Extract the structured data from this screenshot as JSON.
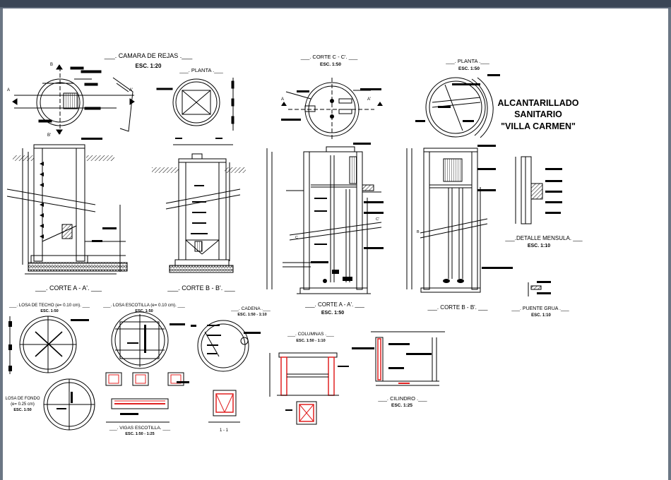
{
  "project_title": {
    "line1": "ALCANTARILLADO",
    "line2": "SANITARIO",
    "line3": "\"VILLA CARMEN\""
  },
  "camara_rejas": {
    "title": "___. CAMARA DE REJAS .___",
    "scale": "ESC. 1:20",
    "planta": "___. PLANTA .___",
    "corte_a": "___. CORTE A - A'. ___",
    "corte_b": "___. CORTE B - B'. ___",
    "marks": {
      "b_top": "B",
      "b_bottom": "B'",
      "a_left": "A",
      "a_right": "A'"
    }
  },
  "tanque": {
    "corte_c": "___. CORTE C - C'. ___",
    "corte_c_scale": "ESC. 1:50",
    "planta": "___. PLANTA .___",
    "planta_scale": "ESC. 1:50",
    "corte_a": "___. CORTE A - A'. ___",
    "corte_a_scale": "ESC. 1:50",
    "corte_b": "___. CORTE B - B'. ___",
    "marks": {
      "a": "A",
      "a2": "A'",
      "c": "C",
      "c2": "C'",
      "b": "B"
    }
  },
  "detalle_mensula": {
    "title": "___.DETALLE MENSULA. ___",
    "scale": "ESC. 1:10"
  },
  "puente_grua": {
    "title": "___. PUENTE GRUA .___",
    "scale": "ESC. 1:10"
  },
  "losas": {
    "techo": "___. LOSA DE TECHO (e= 0.10 cm). ___",
    "techo_scale": "ESC. 1:50",
    "escotilla": "___. LOSA ESCOTILLA (e= 0.10 cm). ___",
    "escotilla_scale": "ESC. 1:50",
    "fondo1": "LOSA DE FONDO",
    "fondo2": "(e= 0.25 cm)",
    "fondo_scale": "ESC. 1:50"
  },
  "cadena": {
    "title": "___. CADENA .___",
    "scale": "ESC. 1:50 - 1:10"
  },
  "vigas": {
    "title": "___. VIGAS ESCOTILLA. ___",
    "scale": "ESC. 1:50 - 1:25"
  },
  "seccion": {
    "label": "1 - 1"
  },
  "columnas": {
    "title": "___. COLUMNAS .___",
    "scale": "ESC. 1:50 - 1:10"
  },
  "cilindro": {
    "title": "___. CILINDRO .___",
    "scale": "ESC. 1:25"
  },
  "colors": {
    "ink": "#000000",
    "rebar": "#e02020",
    "window_bar": "#3b4656"
  }
}
